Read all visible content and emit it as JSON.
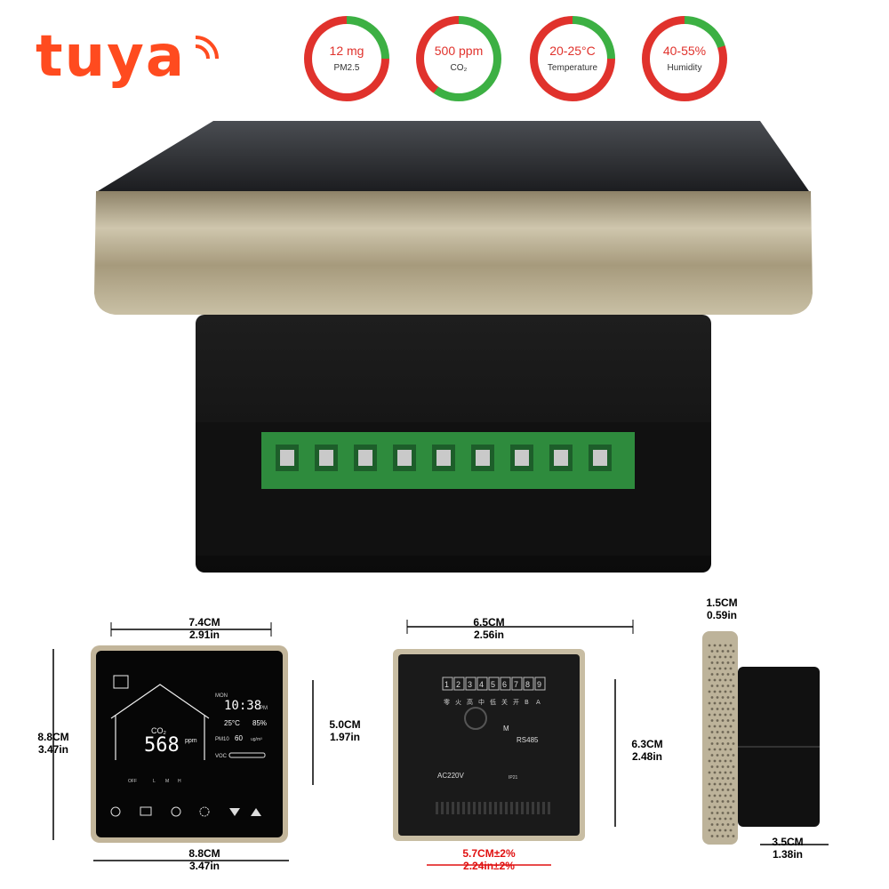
{
  "brand": "tuya",
  "rings": [
    {
      "value": "12 mg",
      "label": "PM2.5",
      "good_fraction": 0.25
    },
    {
      "value": "500 ppm",
      "label": "CO₂",
      "good_fraction": 0.6
    },
    {
      "value": "20-25°C",
      "label": "Temperature",
      "good_fraction": 0.25
    },
    {
      "value": "40-55%",
      "label": "Humidity",
      "good_fraction": 0.2
    }
  ],
  "colors": {
    "ring_good": "#3cb043",
    "ring_bad": "#e0322c",
    "brand": "#ff4b1f",
    "terminal": "#2e8b3d"
  },
  "front_view": {
    "width_cm": "7.4CM",
    "width_in": "2.91in",
    "height_cm": "8.8CM",
    "height_in": "3.47in",
    "screen_cm": "5.0CM",
    "screen_in": "1.97in",
    "bottom_cm": "8.8CM",
    "bottom_in": "3.47in",
    "display": {
      "co2": "568",
      "unit": "ppm",
      "time": "10:38",
      "pm": "PM",
      "mon": "MON",
      "temp": "25°C",
      "humidity": "85%",
      "pm10_label": "PM10",
      "pm10_value": "60",
      "pm10_unit": "ug/m³",
      "voc": "VOC",
      "co2_label": "CO₂",
      "fan": [
        "OFF",
        "L",
        "M",
        "H"
      ]
    }
  },
  "back_view": {
    "width_cm": "6.5CM",
    "width_in": "2.56in",
    "height_cm": "6.3CM",
    "height_in": "2.48in",
    "bottom_cm": "5.7CM±2%",
    "bottom_in": "2.24in±2%",
    "terminals": [
      "1",
      "2",
      "3",
      "4",
      "5",
      "6",
      "7",
      "8",
      "9"
    ],
    "terminal_labels": [
      "零",
      "火",
      "高",
      "中",
      "低",
      "关",
      "开",
      "B",
      "A"
    ],
    "rs485": "RS485",
    "ac": "AC220V",
    "ip": "IP21",
    "motor": "M"
  },
  "side_view": {
    "depth_cm": "1.5CM",
    "depth_in": "0.59in",
    "bottom_cm": "3.5CM",
    "bottom_in": "1.38in"
  }
}
